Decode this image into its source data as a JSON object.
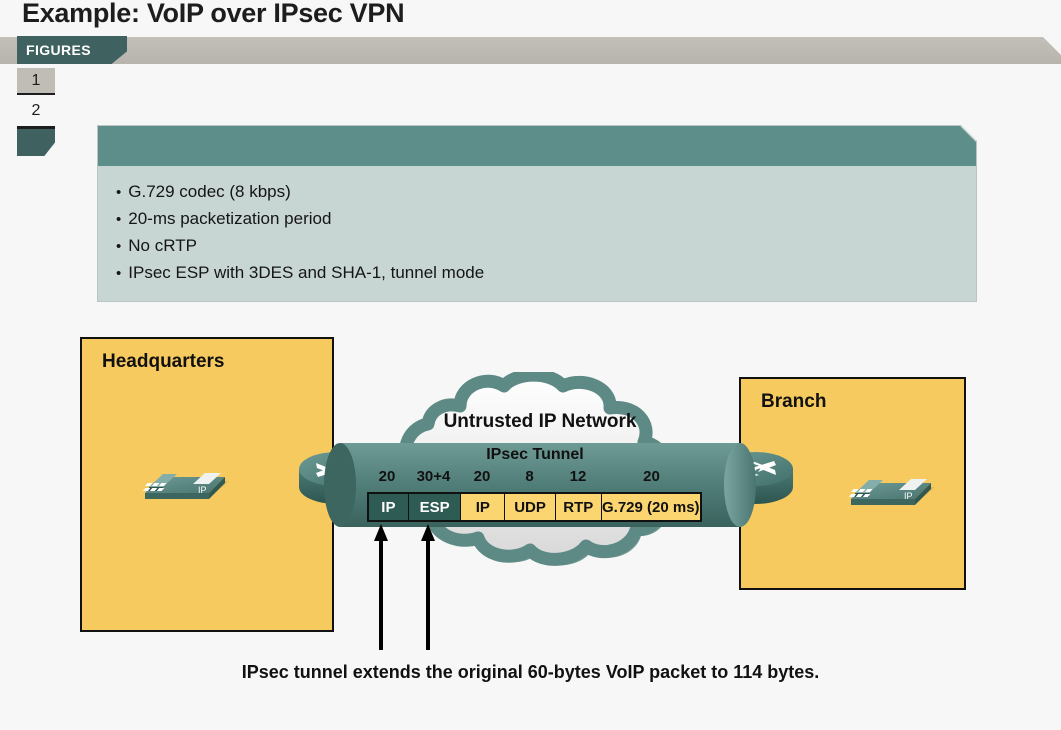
{
  "slide": {
    "title": "Example: VoIP over IPsec VPN",
    "caption": "IPsec tunnel extends the original 60-bytes VoIP packet to 114 bytes."
  },
  "header": {
    "figures_tab_label": "FIGURES",
    "side_tabs": [
      {
        "label": "1"
      },
      {
        "label": "2"
      }
    ]
  },
  "bullets": [
    {
      "marker": "•",
      "text": "G.729 codec (8 kbps)"
    },
    {
      "marker": "•",
      "text": "20-ms packetization period"
    },
    {
      "marker": "•",
      "text": "No cRTP"
    },
    {
      "marker": "•",
      "text": "IPsec ESP with 3DES and SHA-1, tunnel mode"
    }
  ],
  "diagram": {
    "hq_label": "Headquarters",
    "branch_label": "Branch",
    "network_label": "Untrusted IP Network",
    "tunnel_label": "IPsec Tunnel",
    "phone_badge": "IP",
    "packet": {
      "fields": [
        {
          "name": "IP",
          "size": "20",
          "style": "teal",
          "width": 40
        },
        {
          "name": "ESP",
          "size": "30+4",
          "style": "teal",
          "width": 53
        },
        {
          "name": "IP",
          "size": "20",
          "style": "yellow",
          "width": 44
        },
        {
          "name": "UDP",
          "size": "8",
          "style": "yellow",
          "width": 51
        },
        {
          "name": "RTP",
          "size": "12",
          "style": "yellow",
          "width": 46
        },
        {
          "name": "G.729 (20 ms)",
          "size": "20",
          "style": "yellow",
          "width": 101
        }
      ]
    }
  },
  "colors": {
    "page_bg": "#f7f7f7",
    "header_gray": "#bbb7b1",
    "tab_teal": "#3f6260",
    "panel_head_teal": "#5e8e8a",
    "panel_body_teal": "#c7d5d3",
    "site_yellow": "#f6ca5e",
    "packet_yellow": "#fbd570",
    "packet_teal": "#2f5b55",
    "cloud_fill": "#ededed",
    "cloud_edge": "#5d8a85"
  }
}
